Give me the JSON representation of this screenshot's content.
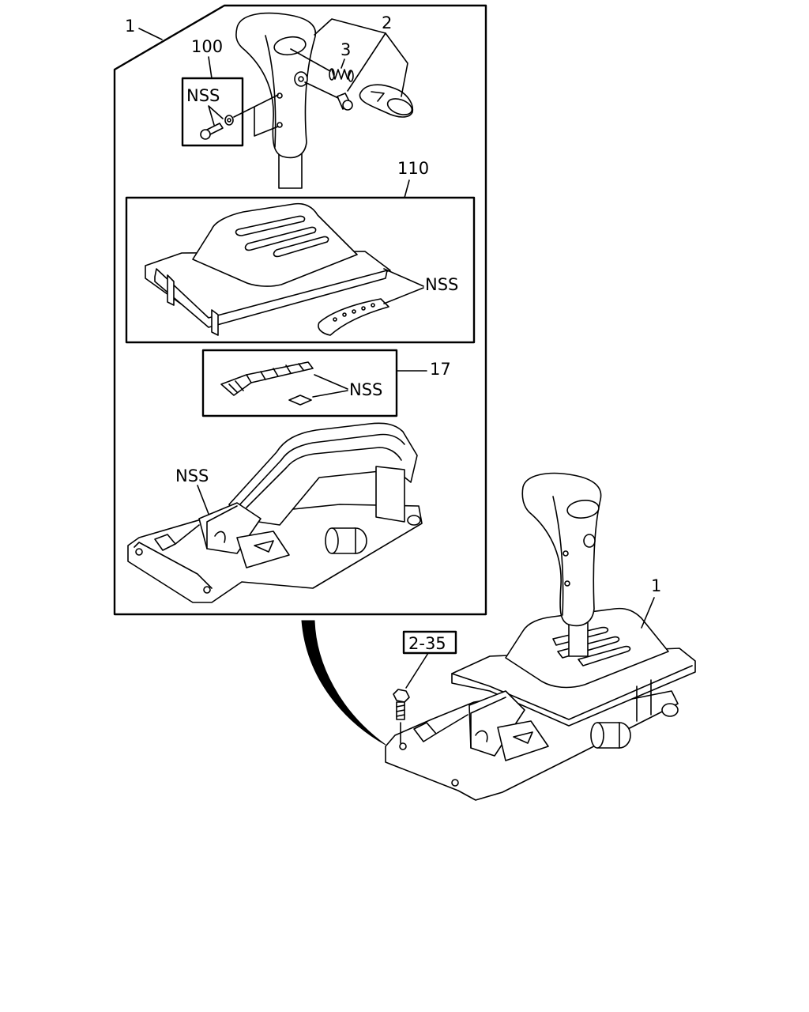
{
  "labels": {
    "assembly_top": "1",
    "knob": "2",
    "spring": "3",
    "knob_screw_kit": "100",
    "not_serviced_screw": "NSS",
    "cover_plate": "110",
    "not_serviced_indicator": "NSS",
    "indicator_kit": "17",
    "not_serviced_light": "NSS",
    "not_serviced_base": "NSS",
    "assembly_bottom": "1",
    "bolt_ref": "2-35"
  }
}
